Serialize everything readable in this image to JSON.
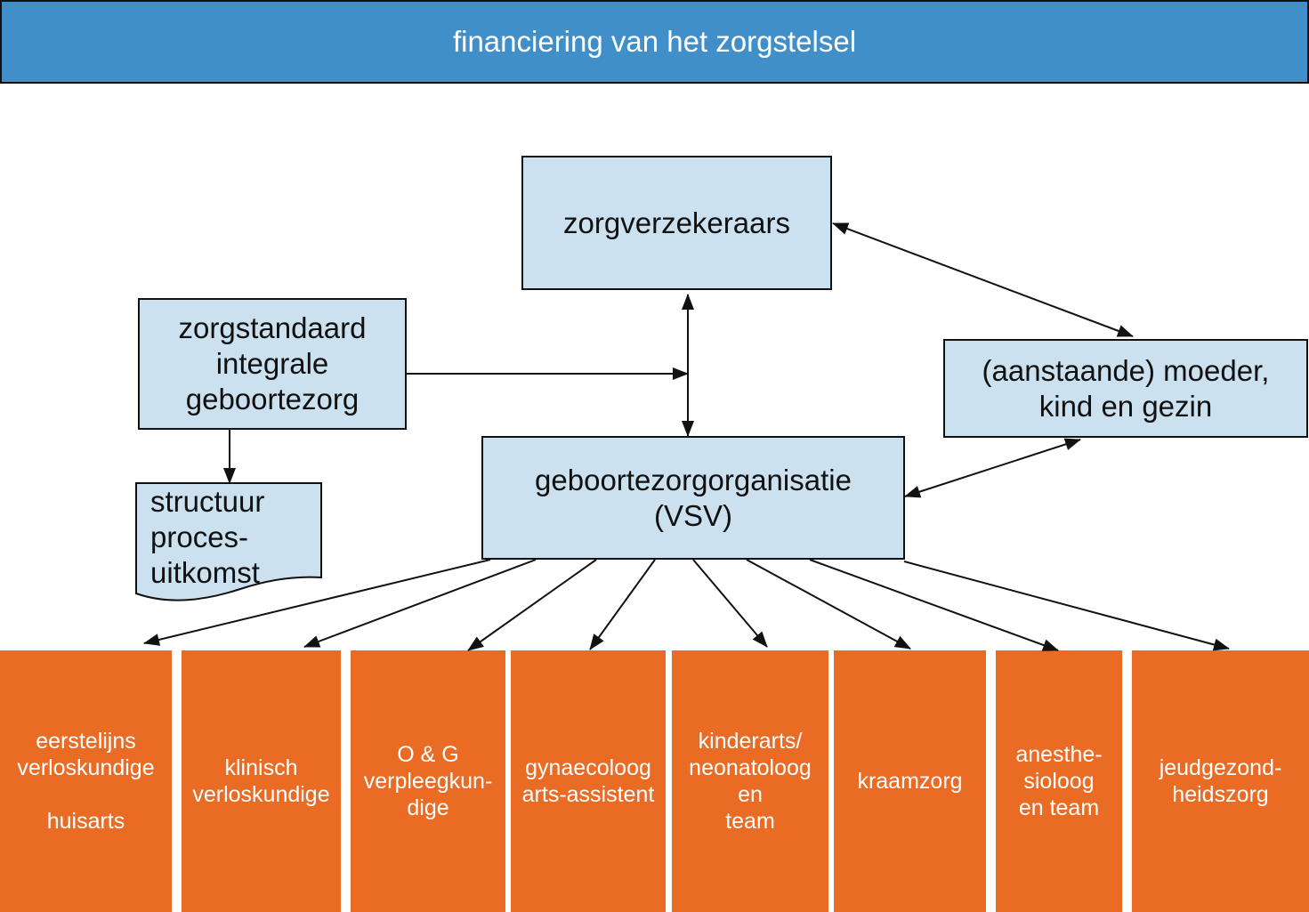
{
  "header": {
    "title": "financiering van het zorgstelsel"
  },
  "colors": {
    "header_fill": "#418fc9",
    "node_fill": "#cce1ef",
    "provider_fill": "#e96b24",
    "outline": "#111111"
  },
  "nodes": {
    "insurers": {
      "lines": [
        "zorgverzekeraars"
      ]
    },
    "care_standard": {
      "lines": [
        "zorgstandaard",
        "integrale",
        "geboortezorg"
      ]
    },
    "client": {
      "lines": [
        "(aanstaande) moeder,",
        "kind en gezin"
      ]
    },
    "vsv": {
      "lines": [
        "geboortezorgorganisatie",
        "(VSV)"
      ]
    },
    "outcome_document": {
      "lines": [
        "structuur",
        "proces-",
        "uitkomst"
      ]
    }
  },
  "providers": [
    {
      "lines": [
        "eerstelijns",
        "verloskundige",
        "huisarts"
      ]
    },
    {
      "lines": [
        "klinisch",
        "verloskundige"
      ]
    },
    {
      "lines": [
        "O & G",
        "verpleegkun-",
        "dige"
      ]
    },
    {
      "lines": [
        "gynaecoloog",
        "arts-assistent"
      ]
    },
    {
      "lines": [
        "kinderarts/",
        "neonatoloog",
        "en",
        "team"
      ]
    },
    {
      "lines": [
        "kraamzorg"
      ]
    },
    {
      "lines": [
        "anesthe-",
        "sioloog",
        "en team"
      ]
    },
    {
      "lines": [
        "jeudgezond-",
        "heidszorg"
      ]
    }
  ]
}
